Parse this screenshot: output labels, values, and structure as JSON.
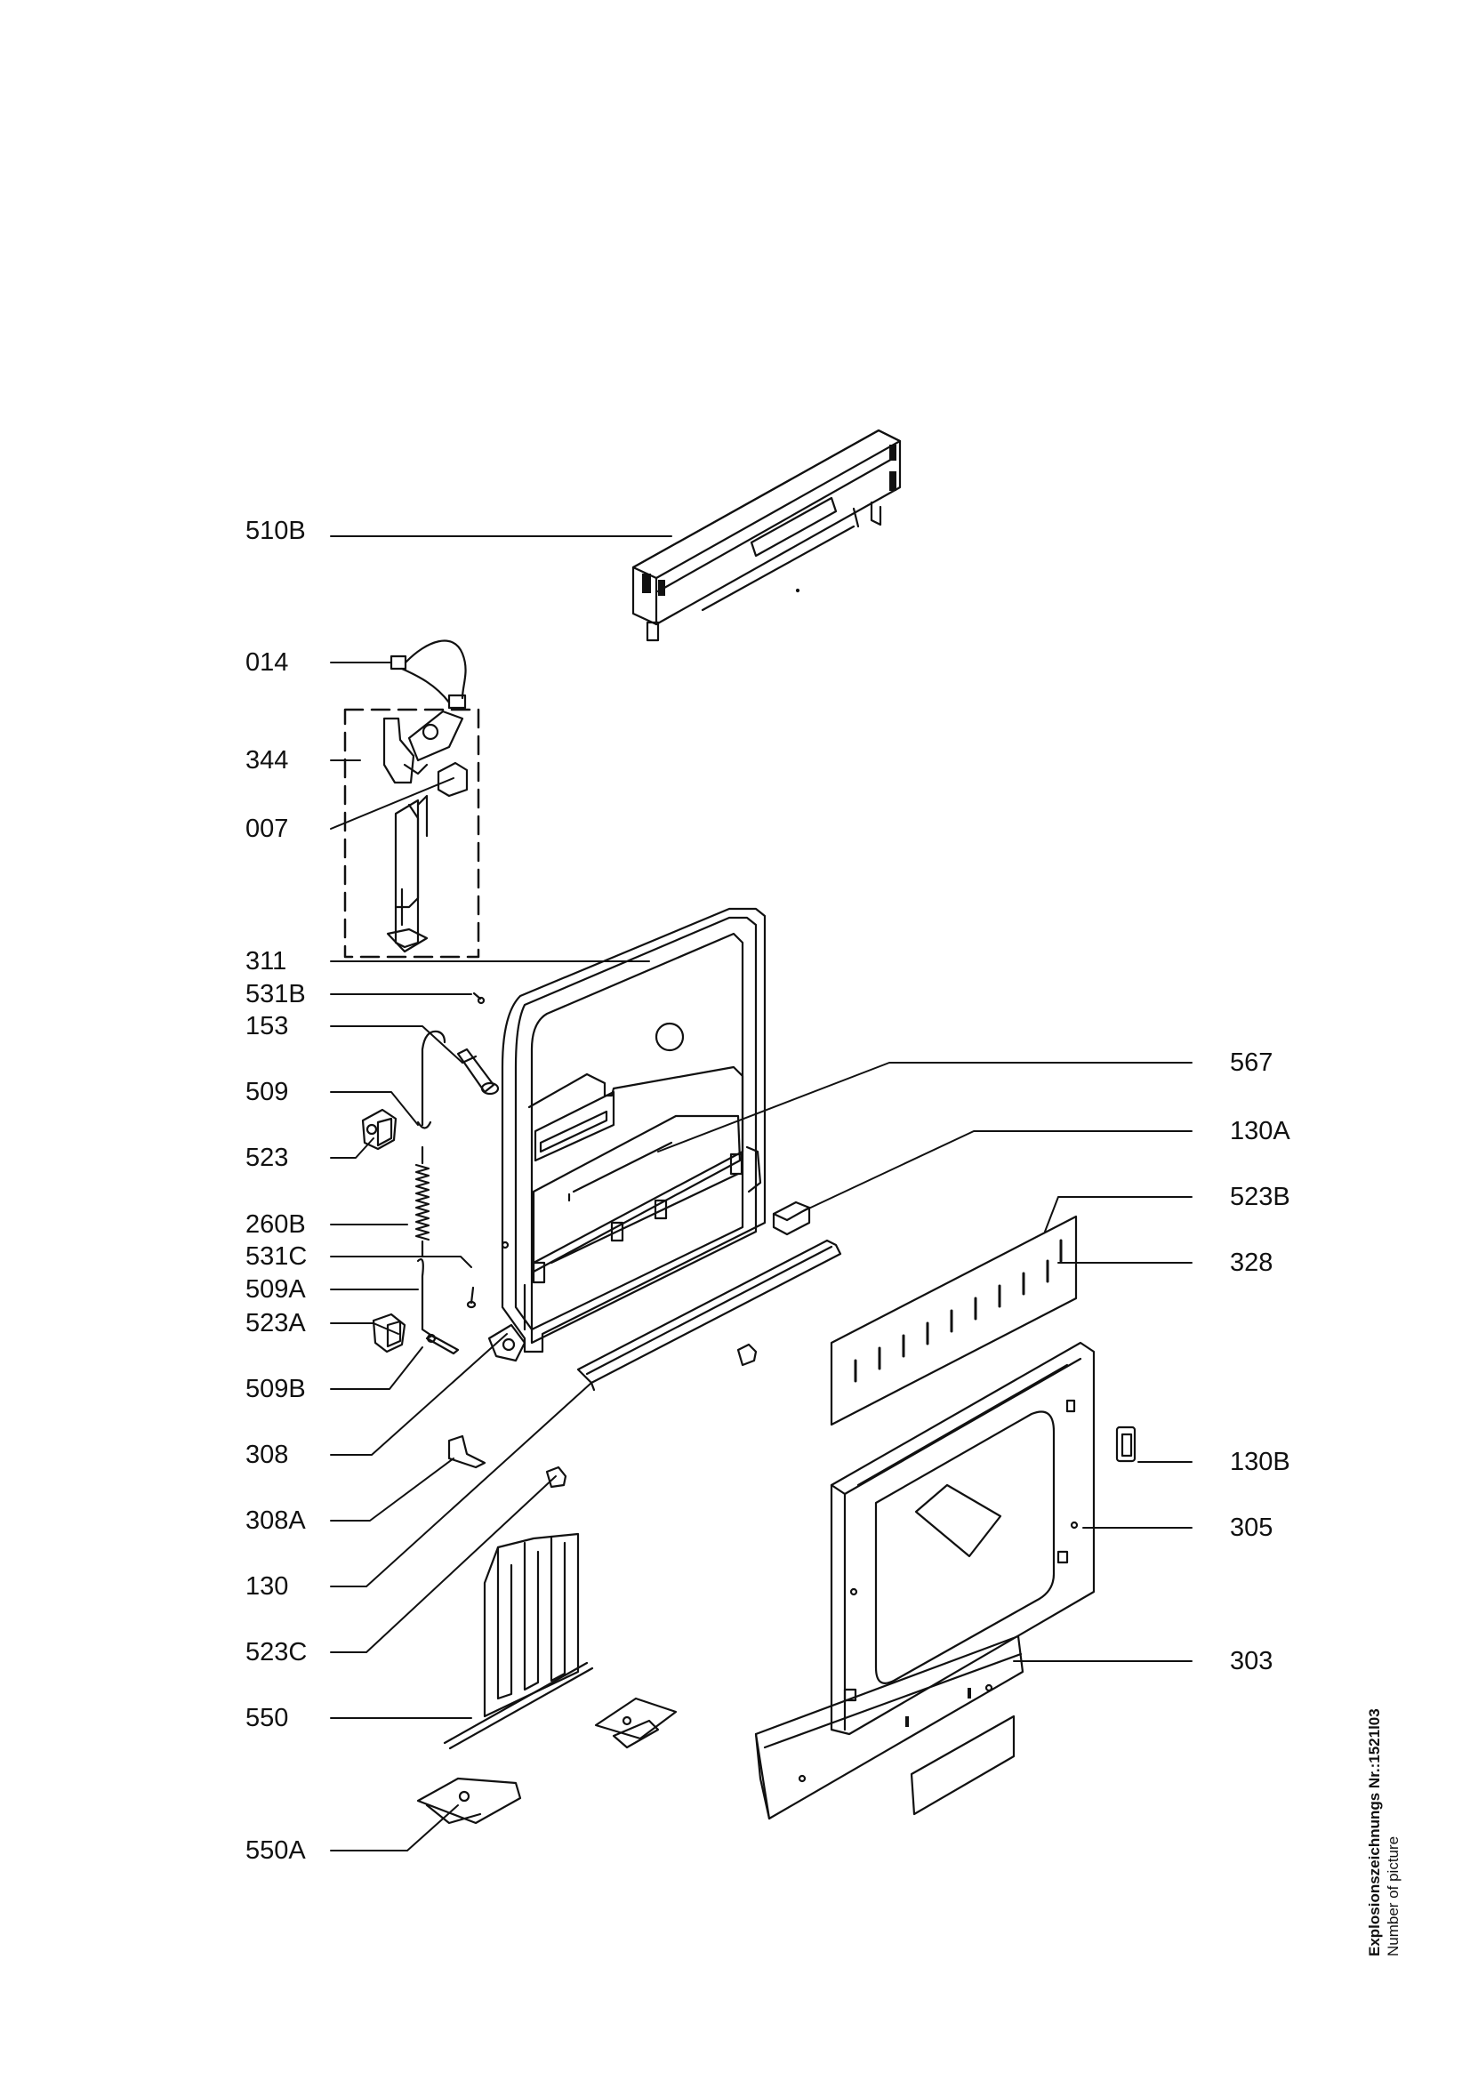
{
  "labels": {
    "p510B": "510B",
    "p014": "014",
    "p344": "344",
    "p007": "007",
    "p311": "311",
    "p531B": "531B",
    "p153": "153",
    "p509": "509",
    "p523": "523",
    "p260B": "260B",
    "p531C": "531C",
    "p509A": "509A",
    "p523A": "523A",
    "p509B": "509B",
    "p308": "308",
    "p308A": "308A",
    "p130": "130",
    "p523C": "523C",
    "p550": "550",
    "p550A": "550A",
    "p567": "567",
    "p130A": "130A",
    "p523B": "523B",
    "p328": "328",
    "p130B": "130B",
    "p305": "305",
    "p303": "303"
  },
  "reference": {
    "title": "Explosionszeichnungs Nr.:1521l03",
    "subtitle": "Number of picture"
  }
}
